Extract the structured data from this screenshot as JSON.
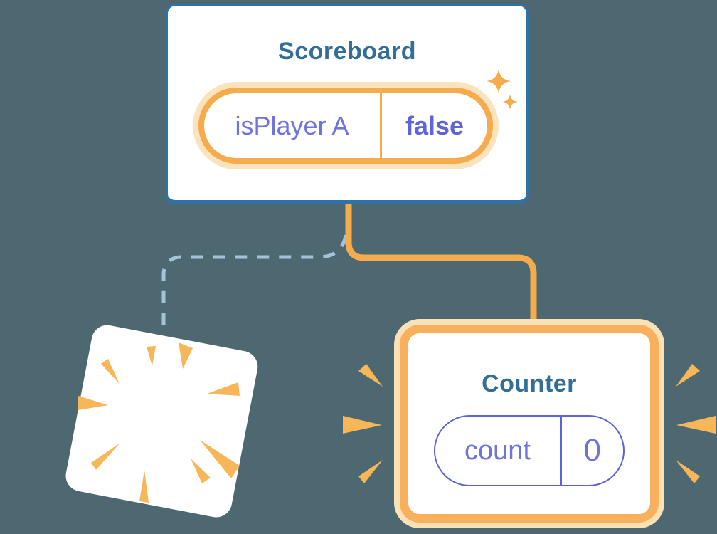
{
  "diagram": {
    "scoreboard": {
      "title": "Scoreboard",
      "state": {
        "name": "isPlayer A",
        "value": "false"
      }
    },
    "counter": {
      "title": "Counter",
      "state": {
        "name": "count",
        "value": "0"
      }
    },
    "destroyed_component": {
      "description": "poof-burst (component removed)"
    }
  },
  "icons": {
    "sparkles": "sparkle-icon",
    "poof": "poof-burst-icon",
    "emphasis": "burst-marks-icon"
  },
  "colors": {
    "bg": "#4D6870",
    "card-bg": "#FFFFFF",
    "card-border": "#2E73A8",
    "title": "#336E96",
    "purple": "#6E73DD",
    "purple-bold": "#5F65D9",
    "pill-purple": "#5B64D6",
    "orange": "#F6AB4D",
    "orange-deep": "#F8B05C",
    "orange-glow": "#FBE3BE",
    "orange-glow2": "#FBE1B6",
    "ray": "#F7B657",
    "dash": "#A5C3D8"
  }
}
